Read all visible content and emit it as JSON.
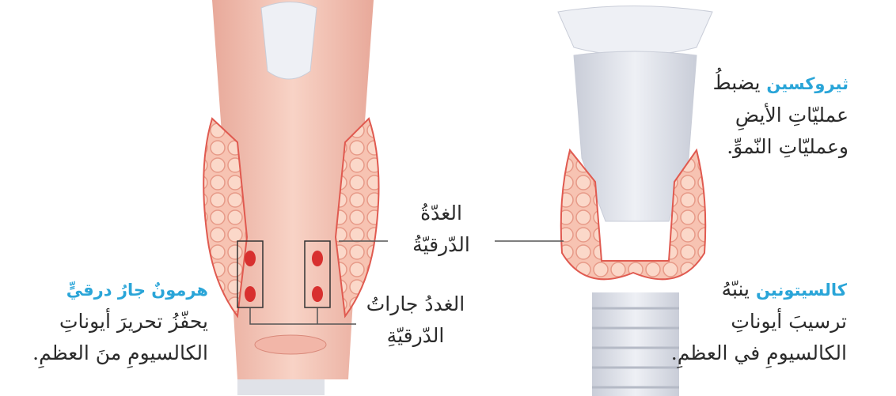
{
  "labels": {
    "thyroxine": {
      "hormone": "ثيروكسين",
      "rest": " يضبطُ",
      "line2": "عمليّاتِ الأيضِ",
      "line3": "وعمليّاتِ النّموِّ."
    },
    "calcitonin": {
      "hormone": "كالسيتونين",
      "rest": " ينبّهُ",
      "line2": "ترسيبَ أيوناتِ",
      "line3": "الكالسيومِ في العظمِ."
    },
    "parathyroid_hormone": {
      "hormone": "هرمونٌ جارُ درقيٍّ",
      "line2": "يحفّزُ تحريرَ أيوناتِ",
      "line3": "الكالسيومِ منَ العظمِ."
    },
    "thyroid_gland": {
      "line1": "الغدّةُ",
      "line2": "الدّرقيّةُ"
    },
    "parathyroid_glands": {
      "line1": "الغددُ جاراتُ",
      "line2": "الدّرقيّةِ"
    }
  },
  "colors": {
    "highlight": "#2aa5d8",
    "text": "#2b2b2b",
    "tissue": "#f2b6a8",
    "gland_outline": "#e05a50"
  }
}
